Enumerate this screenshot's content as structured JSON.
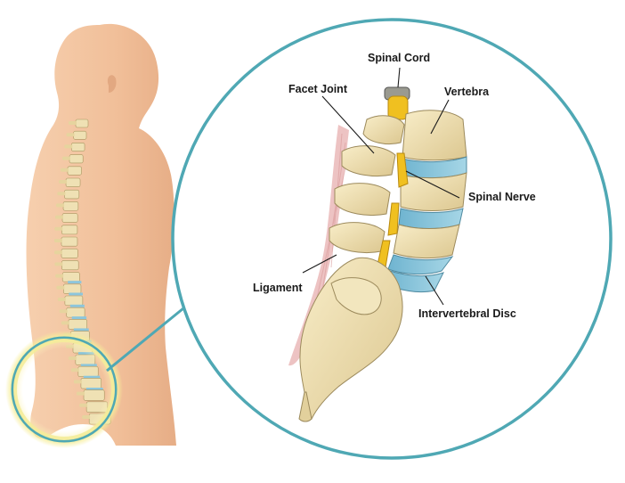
{
  "labels": {
    "spinal_cord": "Spinal Cord",
    "facet_joint": "Facet Joint",
    "vertebra": "Vertebra",
    "spinal_nerve": "Spinal Nerve",
    "ligament": "Ligament",
    "intervertebral_disc": "Intervertebral Disc"
  },
  "colors": {
    "skin": "#f2c4a0",
    "bone": "#efe1b4",
    "disc": "#8cc6dc",
    "nerve": "#f0c020",
    "ligament": "#eab8b8",
    "zoom_ring": "#4fa8b4",
    "highlight": "#f4ec9a"
  }
}
